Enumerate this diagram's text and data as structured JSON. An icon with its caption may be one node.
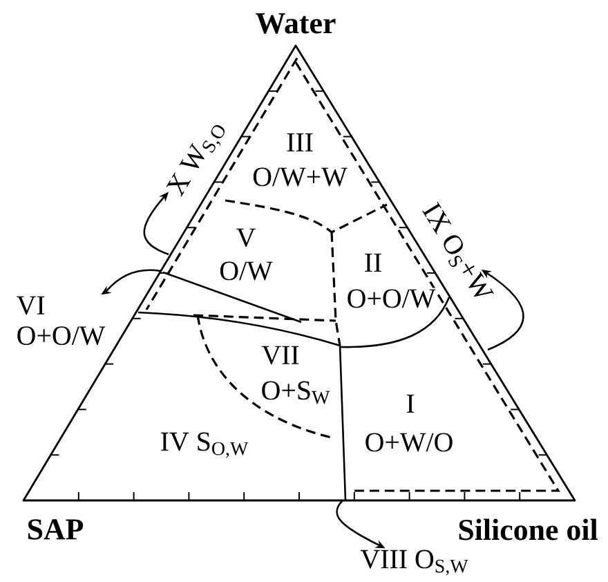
{
  "diagram": {
    "nodes": [
      {
        "text": [
          "X W$_{S,O}$"
        ]
      },
      {
        "text": [
          "IX O$_{S}$+W"
        ]
      },
      {
        "text": [
          "VI",
          "O+O/W"
        ]
      },
      {
        "text": [
          "VIII O$_{S,W}$"
        ]
      }
    ],
    "edges": [
      {
        "from": null,
        "to": 0,
        "arrow": "to"
      },
      {
        "from": null,
        "to": 1,
        "arrow": "to"
      },
      {
        "from": null,
        "to": 2,
        "arrow": "to"
      },
      {
        "from": null,
        "to": 3,
        "arrow": "to"
      }
    ],
    "labels": [
      "Water",
      "III",
      "O/W+W",
      "V",
      "O/W",
      "II",
      "O+O/W",
      "VII",
      "O+S$_{W}$",
      "I",
      "IV S$_{O,W}$",
      "O+W/O",
      "SAP",
      "Silicone oil"
    ]
  }
}
